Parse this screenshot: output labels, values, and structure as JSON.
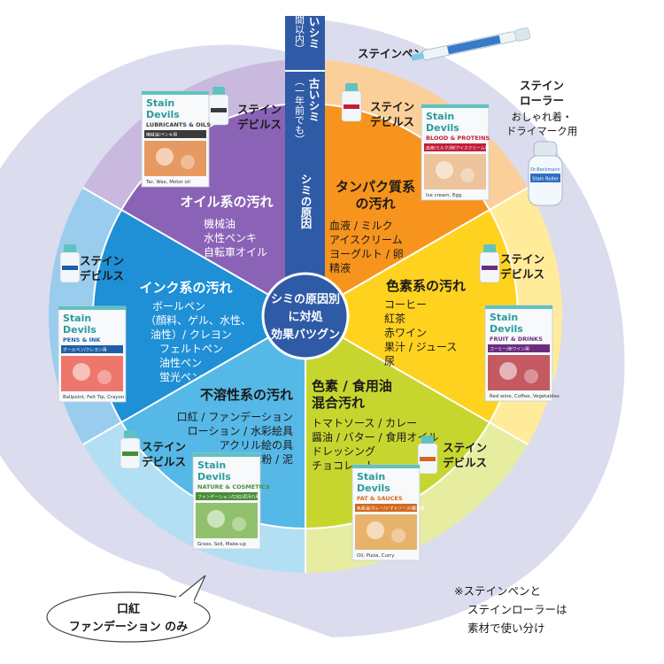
{
  "center": {
    "lines": [
      "シミの原因別",
      "に対処",
      "効果バツグン"
    ]
  },
  "axis": {
    "new_stain": "新しいシミ",
    "new_stain_sub": "（一週間以内）",
    "old_stain": "古いシミ",
    "old_stain_sub": "（一年前でも）",
    "cause": "シミの原因"
  },
  "segments": [
    {
      "title": [
        "タンパク質系",
        "の汚れ"
      ],
      "items": [
        "血液 / ミルク",
        "アイスクリーム",
        "ヨーグルト / 卵",
        "精液"
      ]
    },
    {
      "title": [
        "色素系の汚れ"
      ],
      "items": [
        "コーヒー",
        "紅茶",
        "赤ワイン",
        "果汁 / ジュース",
        "尿"
      ]
    },
    {
      "title": [
        "色素 / 食用油",
        "混合汚れ"
      ],
      "items": [
        "トマトソース / カレー",
        "醤油 / バター / 食用オイル",
        "ドレッシング",
        "チョコレート"
      ]
    },
    {
      "title": [
        "不溶性系の汚れ"
      ],
      "items": [
        "口紅 / ファンデーション",
        "ローション / 水彩絵具",
        "アクリル絵の具",
        "花粉 / 泥"
      ]
    },
    {
      "title": [
        "インク系の汚れ"
      ],
      "items": [
        "ボールペン",
        "（顔料、ゲル、水性、",
        "油性）/ クレヨン",
        "フェルトペン",
        "油性ペン",
        "蛍光ペン"
      ]
    },
    {
      "title": [
        "オイル系の汚れ"
      ],
      "items": [
        "機械油",
        "水性ペンキ",
        "自転車オイル"
      ]
    }
  ],
  "products": [
    {
      "label": [
        "ステイン",
        "デビルス"
      ],
      "brand": [
        "Stain",
        "Devils"
      ],
      "type": "BLOOD & PROTEINS",
      "jp": "血液/ミルク/卵/アイスクリーム用",
      "caption": "Ice cream, Egg"
    },
    {
      "label": [
        "ステイン",
        "デビルス"
      ],
      "brand": [
        "Stain",
        "Devils"
      ],
      "type": "FRUIT & DRINKS",
      "jp": "コーヒー/赤ワイン用",
      "caption": "Red wine, Coffee, Vegetables"
    },
    {
      "label": [
        "ステイン",
        "デビルス"
      ],
      "brand": [
        "Stain",
        "Devils"
      ],
      "type": "FAT & SAUCES",
      "jp": "色素油/カレー/トマトソース/醤油用",
      "caption": "Oil, Pizza, Curry"
    },
    {
      "label": [
        "ステイン",
        "デビルス"
      ],
      "brand": [
        "Stain",
        "Devils"
      ],
      "type": "NATURE & COSMETICS",
      "jp": "ファンデーション/口紅/泥汚れ用",
      "caption": "Grass, Soil, Make-up"
    },
    {
      "label": [
        "ステイン",
        "デビルス"
      ],
      "brand": [
        "Stain",
        "Devils"
      ],
      "type": "PENS & INK",
      "jp": "ボールペン/クレヨン用",
      "caption": "Ballpoint, Felt Tip, Crayon"
    },
    {
      "label": [
        "ステイン",
        "デビルス"
      ],
      "brand": [
        "Stain",
        "Devils"
      ],
      "type": "LUBRICANTS & OILS",
      "jp": "機械油/ペンキ用",
      "caption": "Tar, Wax, Motor oil"
    }
  ],
  "stain_pen": {
    "label": "ステインペン"
  },
  "stain_roller": {
    "label": [
      "ステイン",
      "ローラー"
    ],
    "desc": [
      "おしゃれ着・",
      "ドライマーク用"
    ],
    "brand": "Dr.Beckmann",
    "name": "Stain Roller"
  },
  "callout": {
    "lines": [
      "口紅",
      "ファンデーション のみ"
    ]
  },
  "note": {
    "lines": [
      "※ステインペンと",
      "ステインローラーは",
      "素材で使い分け"
    ]
  },
  "colors": {
    "protein": "#f7941d",
    "pigment": "#ffd21f",
    "mixed": "#c7d62f",
    "insoluble": "#56b8e6",
    "ink": "#1f8fd6",
    "oil": "#8a63b7",
    "axis": "#2f5aa6",
    "swirl": "#dcdcef"
  }
}
